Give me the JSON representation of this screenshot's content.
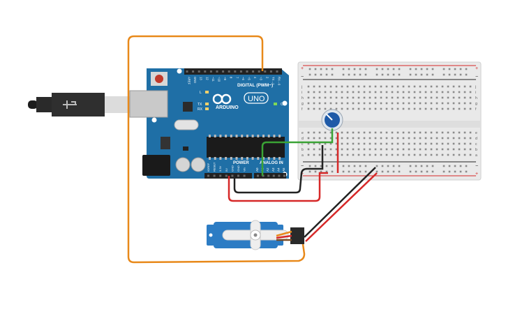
{
  "canvas": {
    "background": "#ffffff"
  },
  "arduino": {
    "board_color": "#1f6fa6",
    "brand": "ARDUINO",
    "model": "UNO",
    "digital_header": "DIGITAL (PWM~)",
    "power_header": "POWER",
    "analog_header": "ANALOG IN",
    "on_label": "ON",
    "led_l": "L",
    "led_tx": "TX",
    "led_rx": "RX",
    "top_pins": [
      "AREF",
      "GND",
      "13",
      "12",
      "~11",
      "~10",
      "~9",
      "8",
      "7",
      "~6",
      "~5",
      "4",
      "~3",
      "2",
      "TX→1",
      "RX←0"
    ],
    "power_pins": [
      "IOREF",
      "RESET",
      "3.3V",
      "5V",
      "GND",
      "GND",
      "Vin"
    ],
    "analog_pins": [
      "A0",
      "A1",
      "A2",
      "A3",
      "A4",
      "A5"
    ]
  },
  "breadboard": {
    "body_color": "#e9e9e9",
    "rail_plus": "+",
    "rail_minus": "−",
    "row_letters_top": [
      "j",
      "i",
      "h",
      "g",
      "f"
    ],
    "row_letters_bottom": [
      "e",
      "d",
      "c",
      "b",
      "a"
    ]
  },
  "potentiometer": {
    "knob_color": "#1e5aa8"
  },
  "servo": {
    "body_color": "#2c7cc4",
    "horn_color": "#eeeeee"
  },
  "wires": {
    "signal_orange": "#e8891a",
    "ground_black": "#222222",
    "power_red": "#d62828",
    "analog_green": "#3aa335"
  }
}
